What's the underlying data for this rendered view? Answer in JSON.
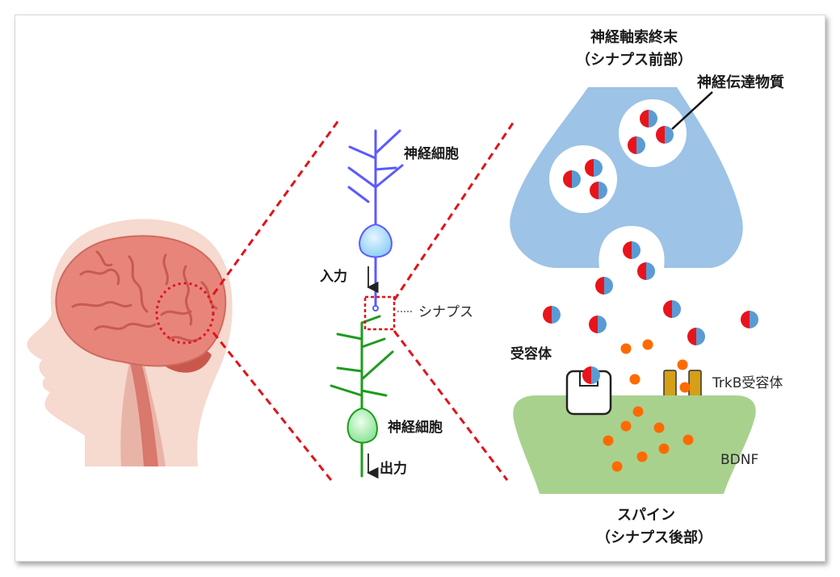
{
  "labels": {
    "presynaptic_title": "神経軸索終末",
    "presynaptic_sub": "（シナプス前部）",
    "neurotransmitter": "神経伝達物質",
    "neuron_top": "神経細胞",
    "neuron_bottom": "神経細胞",
    "input": "入力",
    "output": "出力",
    "synapse": "シナプス",
    "receptor": "受容体",
    "trkb_receptor": "TrkB受容体",
    "bdnf": "BDNF",
    "spine_title": "スパイン",
    "spine_sub": "（シナプス後部）"
  },
  "colors": {
    "presynaptic_fill": "#9dc3e6",
    "spine_fill": "#a9d18e",
    "neurotransmitter_red": "#e8141b",
    "neurotransmitter_blue": "#5b9bd5",
    "bdnf_orange": "#ff6a00",
    "trkb_gold": "#d4a017",
    "neuron_top": "#5b5bff",
    "neuron_bottom": "#1e9c1e",
    "dashed_red": "#e0141b",
    "brain": "#e8857a"
  }
}
